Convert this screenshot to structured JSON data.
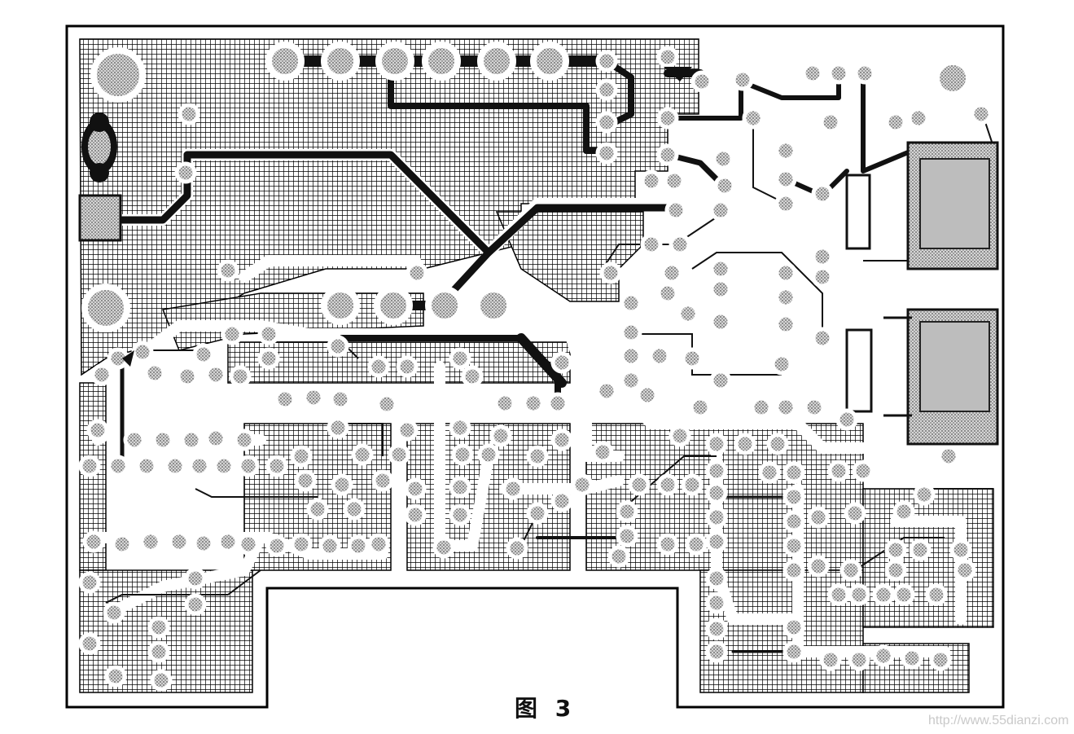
{
  "figure": {
    "caption": "图 3",
    "watermark": "http://www.55dianzi.com",
    "colors": {
      "copper": "#1a1a1a",
      "grid": "#000000",
      "background": "#ffffff",
      "pad": "#a0a0a0"
    },
    "description_icons": [
      "pcb-board",
      "copper-trace",
      "via-pad",
      "connector"
    ]
  }
}
